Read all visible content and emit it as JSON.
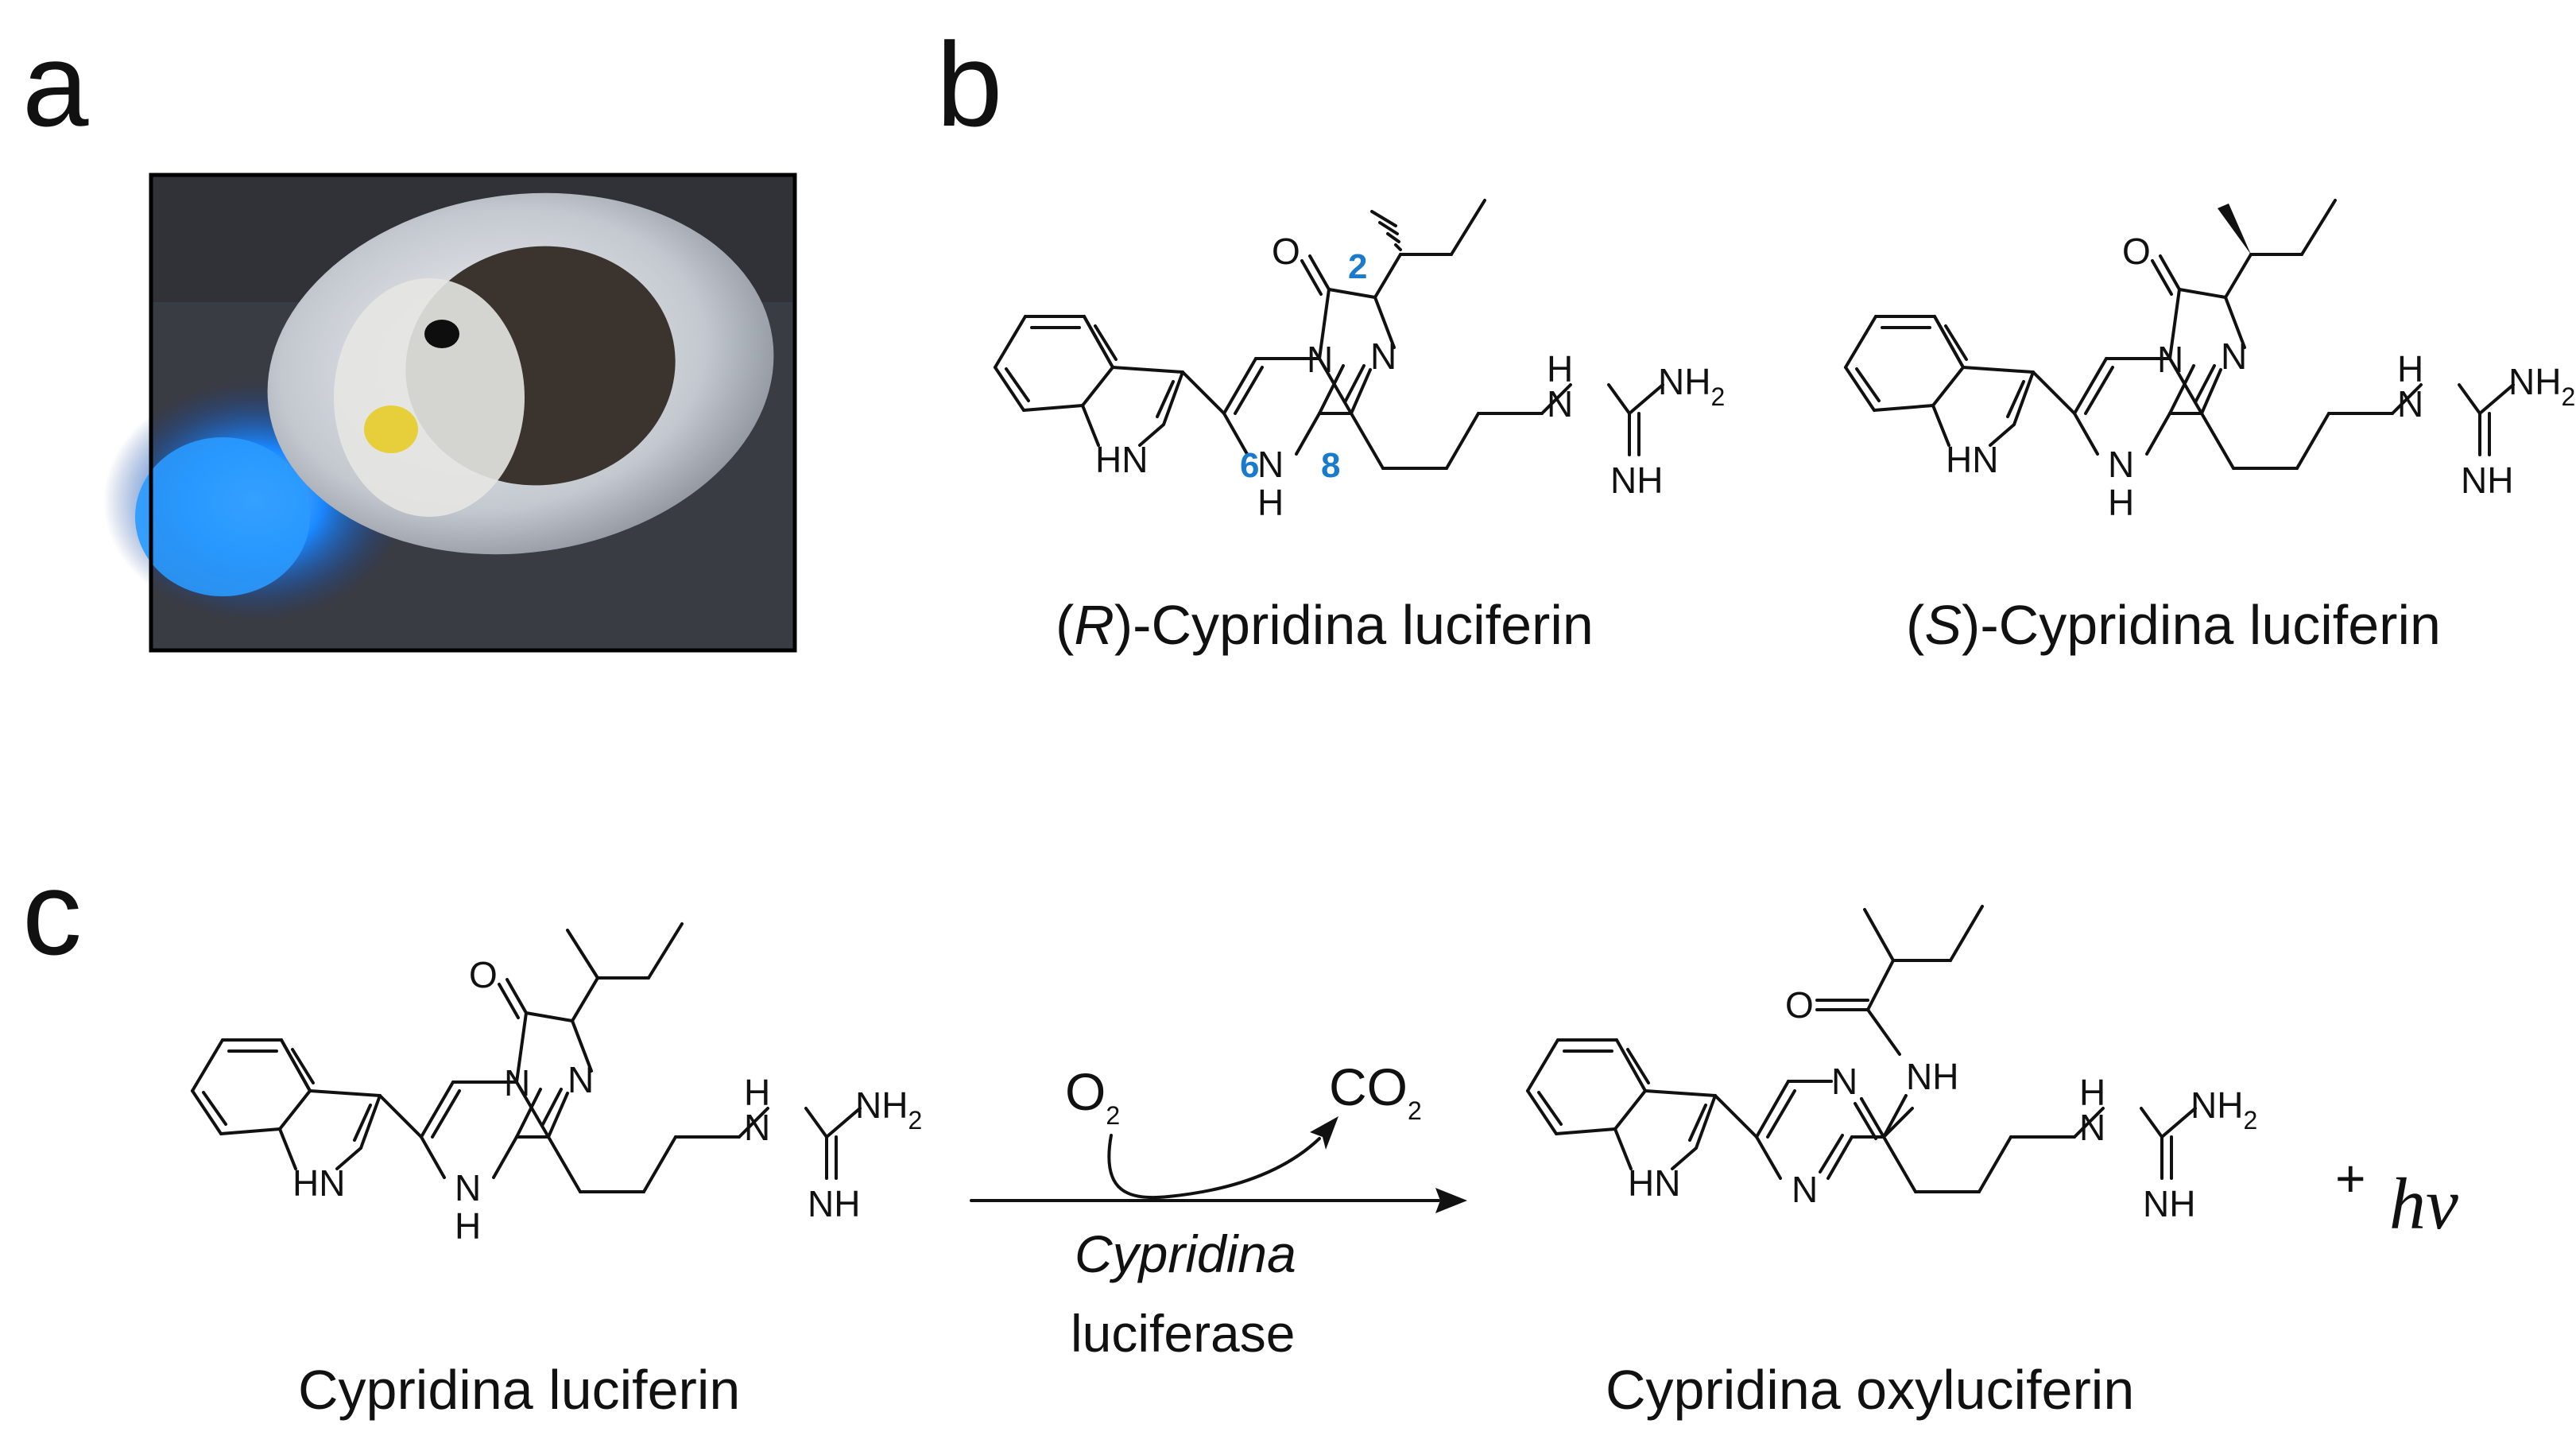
{
  "panels": {
    "a": "a",
    "b": "b",
    "c": "c"
  },
  "structures": {
    "r_caption_prefix": "(",
    "r_caption_letter": "R",
    "r_caption_suffix": ")-Cypridina luciferin",
    "s_caption_prefix": "(",
    "s_caption_letter": "S",
    "s_caption_suffix": ")-Cypridina luciferin",
    "position_labels": [
      "2",
      "6",
      "8"
    ]
  },
  "atoms": {
    "O": "O",
    "N": "N",
    "NH": "NH",
    "H": "H",
    "HN": "HN",
    "NH2_main": "NH",
    "NH2_sub": "2",
    "NH_imine": "NH"
  },
  "reaction": {
    "substrate_caption": "Cypridina luciferin",
    "product_caption": "Cypridina oxyluciferin",
    "o2_main": "O",
    "o2_sub": "2",
    "co2_main": "CO",
    "co2_sub": "2",
    "enzyme_line1": "Cypridina",
    "enzyme_line2": "luciferase",
    "plus": "+",
    "light": "hν"
  },
  "colors": {
    "text": "#111111",
    "position_label": "#1a7bcc",
    "photo_background": "#3a3c44",
    "luminescence": "#1a88ff",
    "photo_frame": "#000000"
  }
}
